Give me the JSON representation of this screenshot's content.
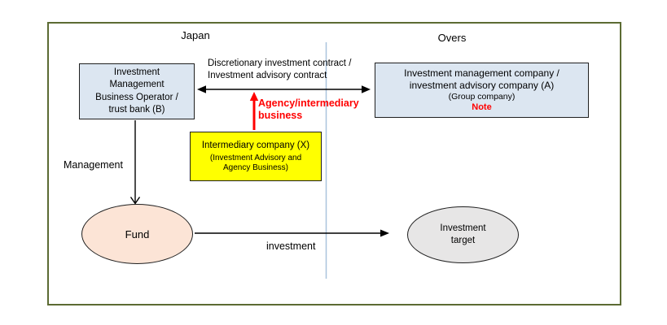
{
  "regions": {
    "japan_label": "Japan",
    "overseas_label": "Overs"
  },
  "boxes": {
    "operator_b": {
      "lines": [
        "Investment",
        "Management",
        "Business Operator /",
        "trust bank (B)"
      ]
    },
    "company_a": {
      "line1": "Investment management company /",
      "line2": "investment advisory company (A)",
      "line3": "(Group company)",
      "note": "Note"
    },
    "intermediary_x": {
      "line1": "Intermediary company (X)",
      "line2": "(Investment Advisory and",
      "line3": "Agency Business)"
    }
  },
  "ellipses": {
    "fund": {
      "label": "Fund"
    },
    "investment_target": {
      "line1": "Investment",
      "line2": "target"
    }
  },
  "labels": {
    "contract_line1": "Discretionary investment contract /",
    "contract_line2": "Investment advisory contract",
    "agency_line1": "Agency/intermediary",
    "agency_line2": "business",
    "management": "Management",
    "investment": "investment"
  },
  "colors": {
    "frame_border": "#5c6b33",
    "box_blue_fill": "#dce6f1",
    "box_yellow_fill": "#ffff00",
    "fund_fill": "#fce4d6",
    "target_fill": "#e7e6e6",
    "accent_red": "#ff0000",
    "divider_blue": "#a9c3dd",
    "arrow_black": "#000000"
  }
}
